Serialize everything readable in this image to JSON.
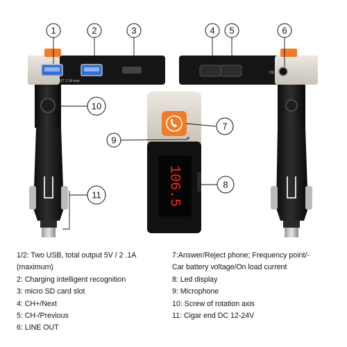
{
  "callouts": [
    "1",
    "2",
    "3",
    "4",
    "5",
    "6",
    "7",
    "8",
    "9",
    "10",
    "11"
  ],
  "device": {
    "display_text": "106.5",
    "usb_port_label": "OUT 2.1A max",
    "aux_port_label": "OUT"
  },
  "legend": {
    "left": [
      "1/2:  Two USB, total output 5V / 2 .1A",
      "(maximum)",
      "2:  Charging intelligent recognition",
      "3:  micro SD card slot",
      "4:  CH+/Next",
      "5:  CH-/Previous",
      "6:  LINE OUT"
    ],
    "right": [
      "7:Answer/Reject phone; Frequency point/-",
      "Car battery voltage/On load current",
      "8:  Led display",
      "9:  Microphone",
      "10:  Screw of rotation axis",
      "11:  Cigar end DC 12-24V"
    ]
  },
  "colors": {
    "accent_orange": "#f07b2a",
    "body_black": "#151515",
    "cap_beige": "#d8d2c8",
    "led_red": "#ff2a1a"
  }
}
